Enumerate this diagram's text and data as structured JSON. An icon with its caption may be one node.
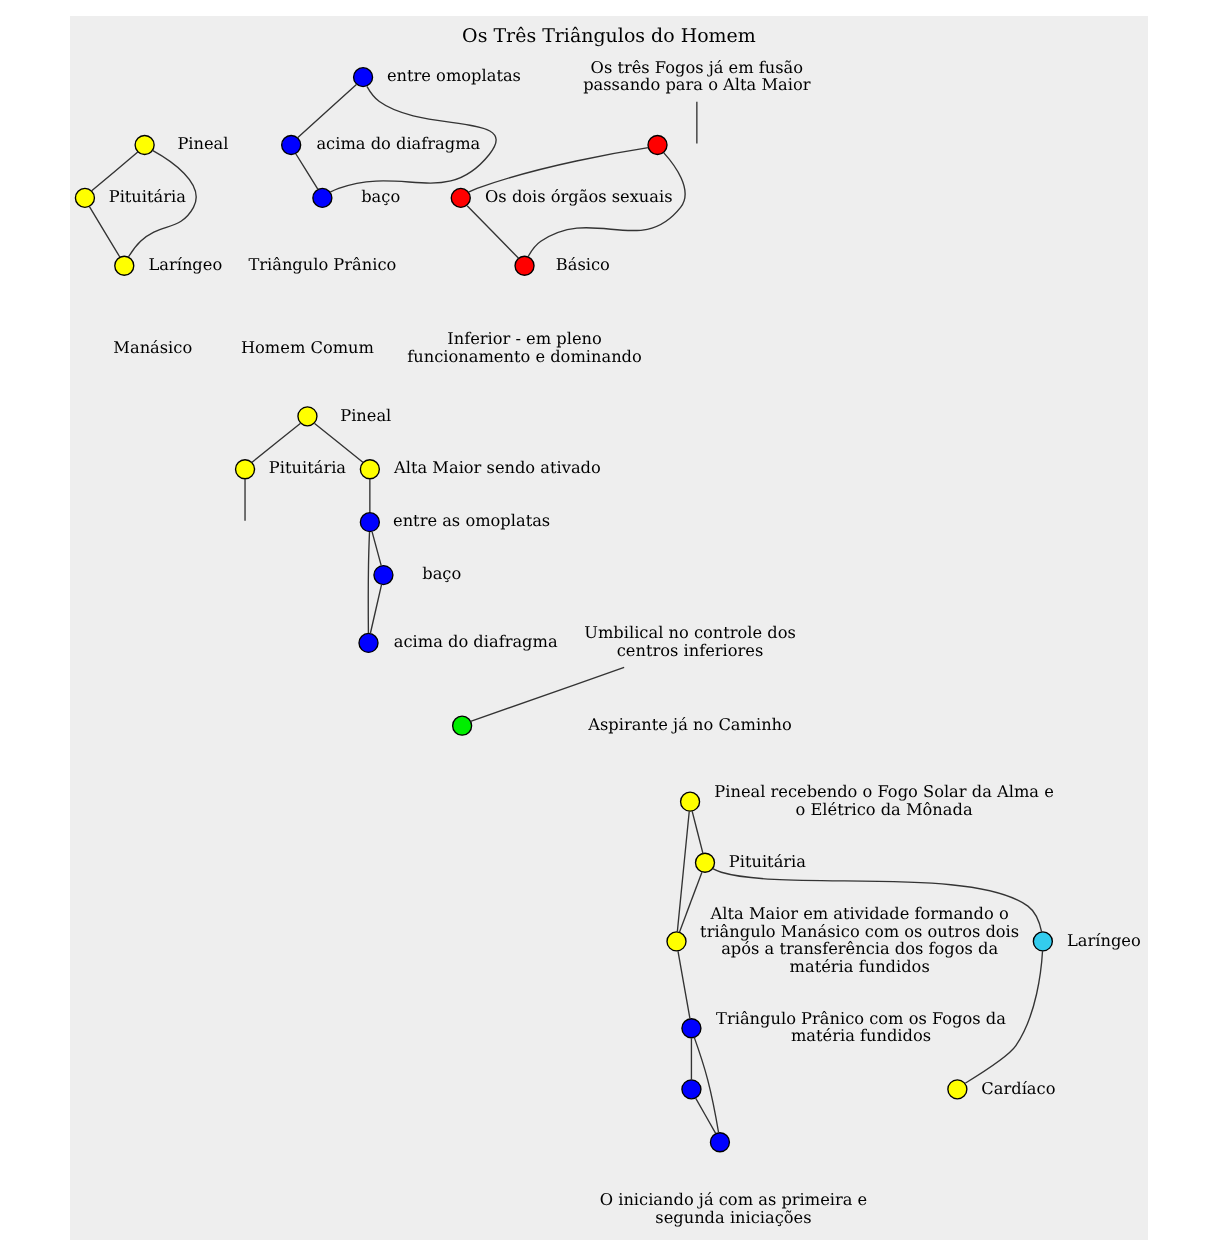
{
  "diagram": {
    "title": "Os Três Triângulos do Homem",
    "nodes": [
      {
        "text": [],
        "shape": "circle",
        "beside": [
          "Pineal"
        ]
      },
      {
        "text": [],
        "shape": "circle",
        "beside": [
          "Pituitária"
        ]
      },
      {
        "text": [],
        "shape": "circle",
        "beside": [
          "Laríngeo"
        ]
      },
      {
        "text": [],
        "shape": "circle",
        "beside": [
          "entre omoplatas"
        ]
      },
      {
        "text": [],
        "shape": "circle",
        "beside": [
          "acima do diafragma"
        ]
      },
      {
        "text": [],
        "shape": "circle",
        "beside": [
          "baço"
        ]
      },
      {
        "text": [],
        "shape": "circle"
      },
      {
        "text": [],
        "shape": "circle",
        "beside": [
          "Os dois órgãos sexuais"
        ]
      },
      {
        "text": [],
        "shape": "circle",
        "beside": [
          "Básico"
        ]
      },
      {
        "text": [],
        "shape": "circle",
        "beside": [
          "Pineal"
        ]
      },
      {
        "text": [],
        "shape": "circle",
        "beside": [
          "Pituitária"
        ]
      },
      {
        "text": [],
        "shape": "circle",
        "beside": [
          "Alta Maior sendo ativado"
        ]
      },
      {
        "text": [],
        "shape": "circle",
        "beside": [
          "entre as omoplatas"
        ]
      },
      {
        "text": [],
        "shape": "circle",
        "beside": [
          "acima do diafragma"
        ]
      },
      {
        "text": [],
        "shape": "circle",
        "beside": [
          "baço"
        ]
      },
      {
        "text": [],
        "shape": "circle"
      },
      {
        "text": [
          "Umbilical no controle dos centros inferiores"
        ]
      },
      {
        "text": [
          "Os três Fogos já em fusão passando para o Alta Maior"
        ]
      },
      {
        "text": [],
        "shape": "circle",
        "beside": [
          "Pineal recebendo o Fogo Solar da Alma e o Elétrico da Mônada"
        ]
      },
      {
        "text": [],
        "shape": "circle",
        "beside": [
          "Pituitária"
        ]
      },
      {
        "text": [],
        "shape": "circle",
        "beside": [
          "Alta Maior em atividade formando o triângulo Manásico com os outros dois após a transferência dos fogos da matéria fundidos"
        ]
      },
      {
        "text": [],
        "shape": "circle",
        "beside": [
          "Laríngeo"
        ]
      },
      {
        "text": [],
        "shape": "circle",
        "beside": [
          "Cardíaco"
        ]
      },
      {
        "text": [],
        "shape": "circle",
        "beside": [
          "Triângulo Prânico com os Fogos da matéria fundidos"
        ]
      },
      {
        "text": [],
        "shape": "circle"
      },
      {
        "text": [],
        "shape": "circle"
      }
    ],
    "edges": [
      {
        "from": 0,
        "to": 1,
        "arrow": "none"
      },
      {
        "from": 1,
        "to": 2,
        "arrow": "none"
      },
      {
        "from": 0,
        "to": 2,
        "arrow": "none"
      },
      {
        "from": 3,
        "to": 4,
        "arrow": "none"
      },
      {
        "from": 4,
        "to": 5,
        "arrow": "none"
      },
      {
        "from": 3,
        "to": 5,
        "arrow": "none"
      },
      {
        "from": 6,
        "to": 7,
        "arrow": "none"
      },
      {
        "from": 6,
        "to": 8,
        "arrow": "none"
      },
      {
        "from": 7,
        "to": 8,
        "arrow": "none"
      },
      {
        "from": 9,
        "to": 10,
        "arrow": "none"
      },
      {
        "from": 9,
        "to": 11,
        "arrow": "none"
      },
      {
        "from": 10,
        "to": null,
        "arrow": "none"
      },
      {
        "from": 11,
        "to": 12,
        "arrow": "none"
      },
      {
        "from": 12,
        "to": 13,
        "arrow": "none"
      },
      {
        "from": 12,
        "to": 14,
        "arrow": "none"
      },
      {
        "from": 14,
        "to": 13,
        "arrow": "none"
      },
      {
        "from": 16,
        "to": 15,
        "arrow": "none"
      },
      {
        "from": 17,
        "to": null,
        "arrow": "none"
      },
      {
        "from": 18,
        "to": 19,
        "arrow": "none"
      },
      {
        "from": 18,
        "to": 20,
        "arrow": "none"
      },
      {
        "from": 19,
        "to": 20,
        "arrow": "none"
      },
      {
        "from": 19,
        "to": 21,
        "arrow": "none"
      },
      {
        "from": 21,
        "to": 22,
        "arrow": "none"
      },
      {
        "from": 20,
        "to": 23,
        "arrow": "none"
      },
      {
        "from": 23,
        "to": 24,
        "arrow": "none"
      },
      {
        "from": 23,
        "to": 25,
        "arrow": "none"
      },
      {
        "from": 24,
        "to": 25,
        "arrow": "none"
      }
    ],
    "labels": [
      "Manásico",
      "Triângulo Prânico",
      "Homem Comum",
      "Inferior - em pleno funcionamento e dominando",
      "Aspirante já no Caminho",
      "O iniciando já com as primeira e segunda iniciações"
    ]
  }
}
